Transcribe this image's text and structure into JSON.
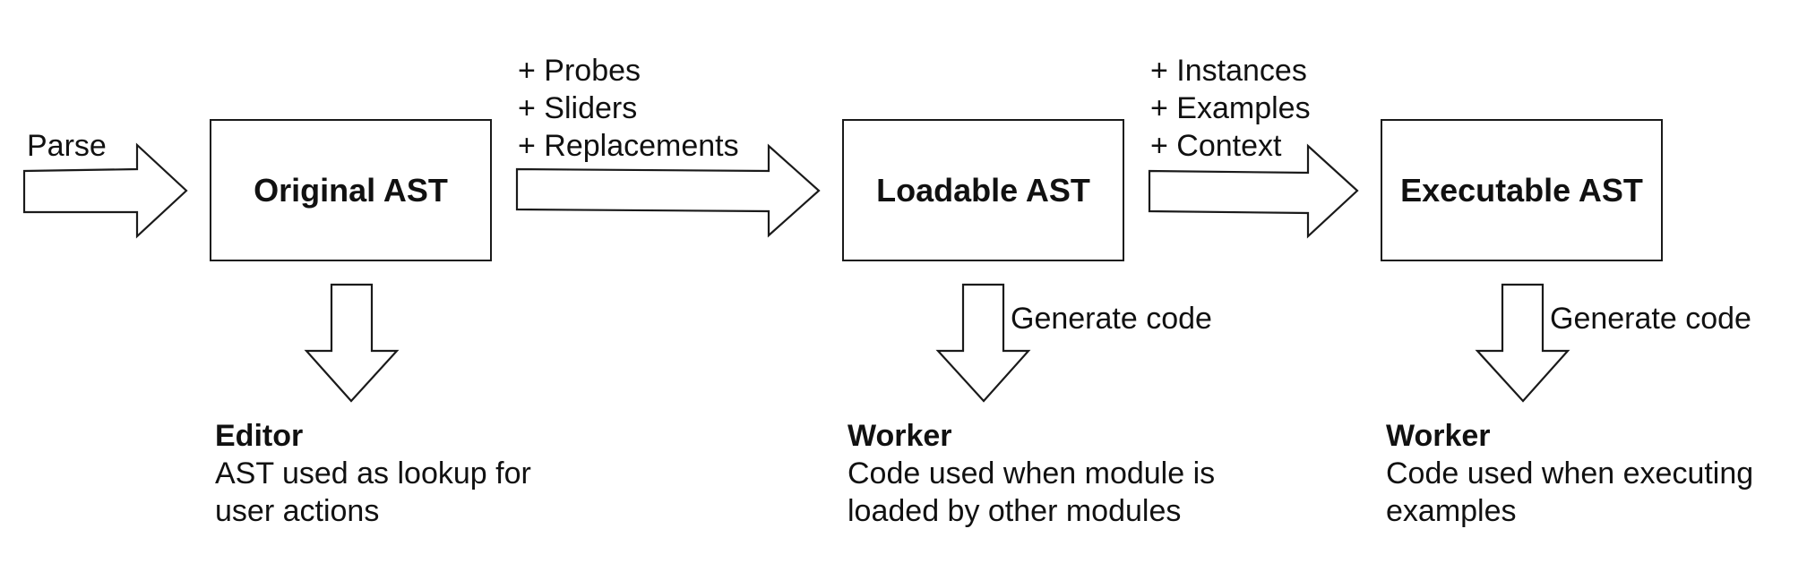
{
  "stages": [
    {
      "title": "Original AST"
    },
    {
      "title": "Loadable AST"
    },
    {
      "title": "Executable AST"
    }
  ],
  "arrows": {
    "parse": "Parse",
    "to_loadable": [
      "+ Probes",
      "+ Sliders",
      "+ Replacements"
    ],
    "to_executable": [
      "+ Instances",
      "+ Examples",
      "+ Context"
    ],
    "generate_code_1": "Generate code",
    "generate_code_2": "Generate code"
  },
  "outputs": [
    {
      "title": "Editor",
      "lines": [
        "AST used as lookup for",
        "user actions"
      ]
    },
    {
      "title": "Worker",
      "lines": [
        "Code used when module is",
        "loaded by other modules"
      ]
    },
    {
      "title": "Worker",
      "lines": [
        "Code used when executing",
        "examples"
      ]
    }
  ],
  "colors": {
    "stroke": "#1a1a1a",
    "text": "#111111",
    "background": "#ffffff"
  }
}
